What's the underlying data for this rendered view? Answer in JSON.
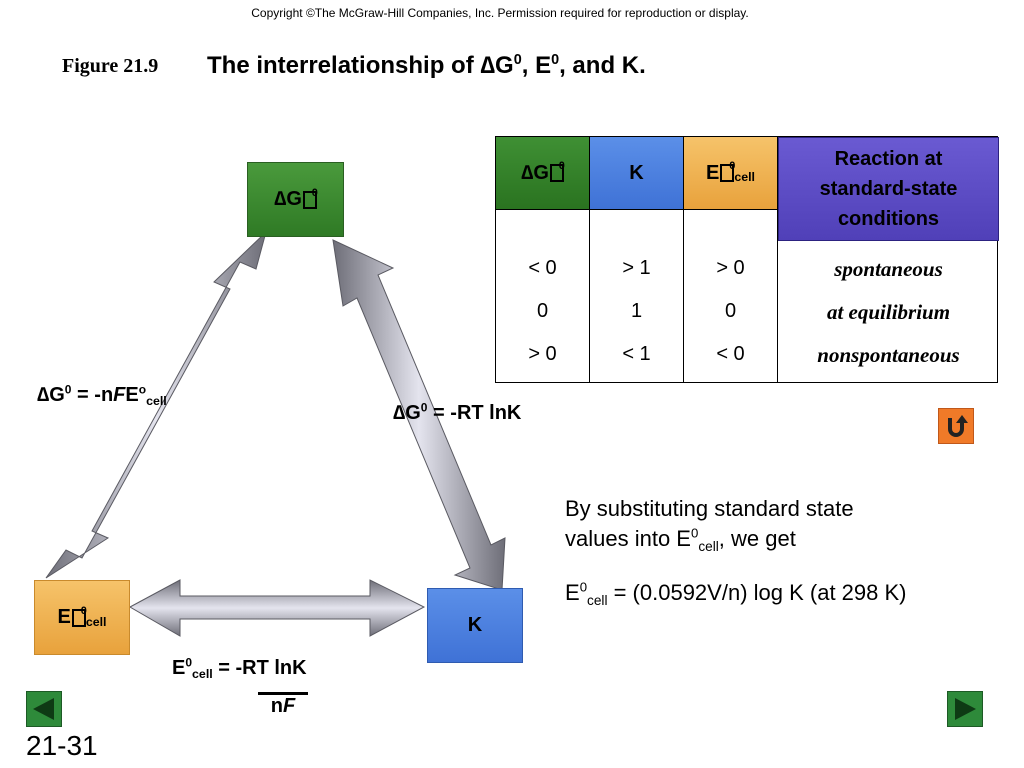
{
  "copyright": "Copyright ©The McGraw-Hill Companies, Inc.  Permission required for reproduction or display.",
  "figure": {
    "label": "Figure 21.9",
    "title_prefix": "The interrelationship of ",
    "title_dg": "∆G",
    "title_sup1": "0",
    "title_mid": ", E",
    "title_sup2": "0",
    "title_suffix": ", and K."
  },
  "nodes": {
    "dg": {
      "symbol": "∆G",
      "sup": "0"
    },
    "e": {
      "symbol": "E",
      "sup": "0",
      "sub": "cell"
    },
    "k": {
      "symbol": "K"
    }
  },
  "equations": {
    "left": {
      "a": "∆G",
      "sup": "0",
      "b": " = -n",
      "f": "F",
      "c": "E",
      "sup2": "o",
      "sub": "cell"
    },
    "right": {
      "a": "∆G",
      "sup": "0",
      "b": " = -RT lnK"
    },
    "bottom": {
      "a": "E",
      "sup": "0",
      "sub": "cell",
      "b": " = ",
      "num": "-RT lnK",
      "den_n": "n",
      "den_f": "F"
    }
  },
  "table": {
    "headers": {
      "dg": {
        "symbol": "∆G",
        "sup": "0"
      },
      "k": "K",
      "e": {
        "symbol": "E",
        "sup": "0",
        "sub": "cell"
      },
      "reaction": [
        "Reaction at",
        "standard-state",
        "conditions"
      ]
    },
    "rows": [
      {
        "dg": "< 0",
        "k": "> 1",
        "e": "> 0",
        "reaction": "spontaneous"
      },
      {
        "dg": "0",
        "k": "1",
        "e": "0",
        "reaction": "at equilibrium"
      },
      {
        "dg": "> 0",
        "k": "< 1",
        "e": "< 0",
        "reaction": "nonspontaneous"
      }
    ]
  },
  "substitution": {
    "line1": "By substituting standard state",
    "line2a": "values into E",
    "line2sup": "0",
    "line2sub": "cell",
    "line2b": ", we get",
    "eq_a": "E",
    "eq_sup": "0",
    "eq_sub": "cell",
    "eq_b": " = (0.0592V/n) log K (at 298 K)"
  },
  "slide_number": "21-31",
  "colors": {
    "dg_green": "#3a8a30",
    "e_orange": "#f0b04f",
    "k_blue": "#4a80e0",
    "reaction_purple": "#5c4cc4",
    "nav_green": "#2e8a3a",
    "undo_orange": "#f07a28"
  },
  "icons": {
    "undo": "undo-icon",
    "prev": "left-triangle-icon",
    "next": "right-triangle-icon"
  }
}
